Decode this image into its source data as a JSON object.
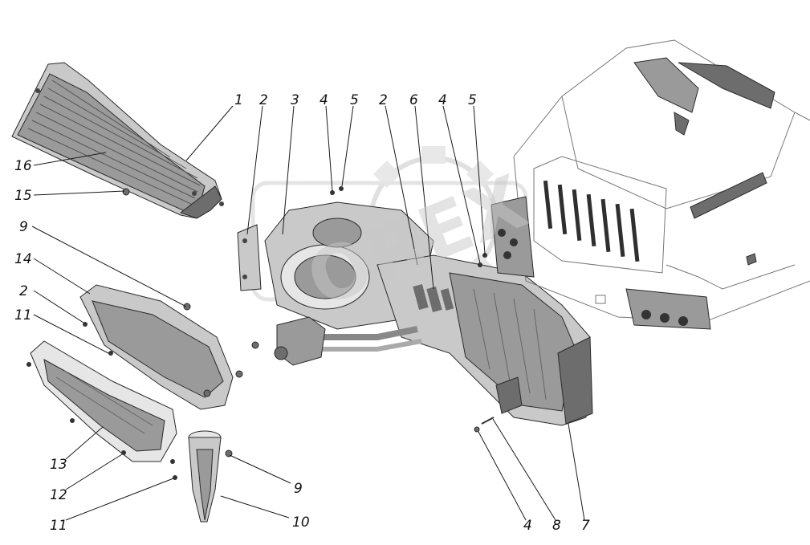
{
  "figure": {
    "watermark_logo": "OREX",
    "callouts": [
      {
        "id": "c1",
        "text": "1"
      },
      {
        "id": "c2a",
        "text": "2"
      },
      {
        "id": "c3",
        "text": "3"
      },
      {
        "id": "c4a",
        "text": "4"
      },
      {
        "id": "c5a",
        "text": "5"
      },
      {
        "id": "c2b",
        "text": "2"
      },
      {
        "id": "c6",
        "text": "6"
      },
      {
        "id": "c4b",
        "text": "4"
      },
      {
        "id": "c5b",
        "text": "5"
      },
      {
        "id": "c16",
        "text": "16"
      },
      {
        "id": "c15",
        "text": "15"
      },
      {
        "id": "c9a",
        "text": "9"
      },
      {
        "id": "c14",
        "text": "14"
      },
      {
        "id": "c2c",
        "text": "2"
      },
      {
        "id": "c11a",
        "text": "11"
      },
      {
        "id": "c13",
        "text": "13"
      },
      {
        "id": "c12",
        "text": "12"
      },
      {
        "id": "c11b",
        "text": "11"
      },
      {
        "id": "c9b",
        "text": "9"
      },
      {
        "id": "c10",
        "text": "10"
      },
      {
        "id": "c4c",
        "text": "4"
      },
      {
        "id": "c8",
        "text": "8"
      },
      {
        "id": "c7",
        "text": "7"
      }
    ]
  }
}
